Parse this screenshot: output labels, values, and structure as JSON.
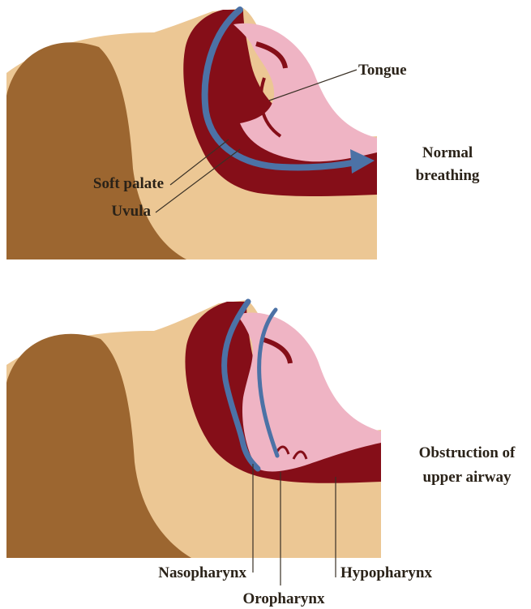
{
  "panels": [
    {
      "id": "top",
      "condition": [
        "Normal",
        "breathing"
      ],
      "labels": {
        "tongue": "Tongue",
        "soft_palate": "Soft palate",
        "uvula": "Uvula"
      }
    },
    {
      "id": "bottom",
      "condition": [
        "Obstruction of",
        "upper airway"
      ],
      "labels": {
        "nasopharynx": "Nasopharynx",
        "oropharynx": "Oropharynx",
        "hypopharynx": "Hypopharynx"
      }
    }
  ],
  "colors": {
    "hair": "#9c6630",
    "skin": "#ecc794",
    "airway": "#850e18",
    "tongue": "#efb4c4",
    "airflow": "#4c72a6"
  }
}
